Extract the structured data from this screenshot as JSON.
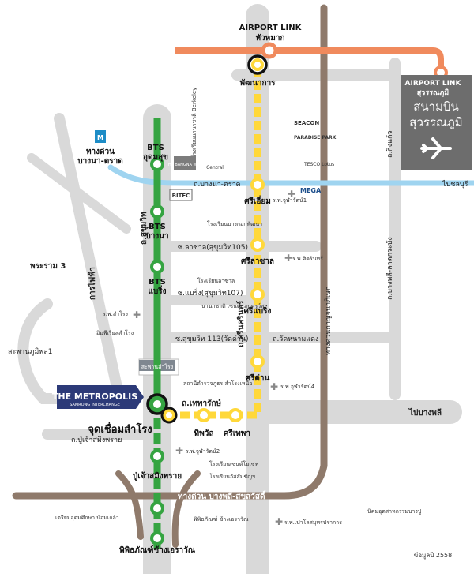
{
  "map": {
    "colors": {
      "road": "#d9d9d9",
      "green_line": "#35a441",
      "yellow_line": "#ffd83a",
      "airport_link": "#f08a5d",
      "blue_line": "#9fd4f0",
      "expressway": "#8f7a6b",
      "airport_box": "#6d6d6d"
    },
    "airport_link_top": {
      "line1": "AIRPORT LINK",
      "line2": "หัวหมาก"
    },
    "airport_link_right": {
      "line1": "AIRPORT LINK",
      "line2": "สุวรรณภูมิ"
    },
    "airport_box": {
      "line1": "สนามบิน",
      "line2": "สุวรรณภูมิ"
    },
    "stations_green": {
      "udomsuk": {
        "line1": "BTS",
        "line2": "อุดมสุข"
      },
      "bangna": {
        "line1": "BTS",
        "line2": "บางนา"
      },
      "bearing": {
        "line1": "BTS",
        "line2": "แบริ่ง"
      },
      "samrong_interchange": "จุดเชื่อมสำโรง",
      "pu_chao": "ปู่เจ้าสมิงพราย",
      "erawan": "พิพิธภัณฑ์ช้างเอราวัณ"
    },
    "stations_yellow": {
      "phatthanakan": "พัฒนาการ",
      "sri_iam": "ศรีเอี่ยม",
      "sri_lasalle": "ศรีลาซาล",
      "sri_bearing": "ศรีแบริ่ง",
      "sri_dan": "ศรีด่าน",
      "thipphawan": "ทิพวัล",
      "sri_thepha": "ศรีเทพา"
    },
    "roads": {
      "expressway_bangna": {
        "line1": "ทางด่วน",
        "line2": "บางนา-ตราด"
      },
      "bangna_trad": "ถ.บางนา-ตราด",
      "to_chonburi": "ไปชลบุรี",
      "sukhumvit": "ถ.สุขุมวิท",
      "srinakarin": "ถ.ศรีนครินทร์",
      "king_kaeo": "ถ.กิ่งแก้ว",
      "bangphli_rd": "ถ.บางพลี-ลาดกระบัง",
      "kanchana": "ทางด่วนกาญจนาภิเษก",
      "thepharak": "ถ.เทพารักษ์",
      "pu_chao_rd": "ถ.ปู่เจ้าสมิงพราย",
      "rama3": "พระราม 3",
      "fai_fa": "การไฟฟ้า",
      "bhumibol_bridge": "สะพานภูมิพล1",
      "samrong_bridge": "สะพานสำโรง",
      "lasalle_soi": "ซ.ลาซาล(สุขุมวิท105)",
      "bearing_soi": "ซ.แบริ่ง(สุขุมวิท107)",
      "sukhumvit113": "ซ.สุขุมวิท 113(วัดด่าน)",
      "wat_nam_daeng": "ถ.วัดหนามแดง",
      "to_bangphli": "ไปบางพลี",
      "exp_bangphli": "ทางด่วน บางพลี-สุขสวัสดิ์"
    },
    "landmarks": {
      "berkeley": "โรงเรียนนานาชาติ Berkeley",
      "bangna_wall": "THE BANGNA WALL",
      "central": "Central",
      "bitec": "BITEC",
      "seacon": "SEACON",
      "paradise": "PARADISE PARK",
      "tesco": "TESCO Lotus",
      "mega": "MEGA",
      "chularat1": "ร.พ.จุฬารัตน์1",
      "bangkok_patana": "โรงเรียนบางกอกพัฒนา",
      "sikarin": "ร.พ.ศิครินทร์",
      "lasalle_school": "โรงเรียนลาซาล",
      "st_andrews": "นานาชาติ เซนต์แอนดรูว์ส",
      "samrong_hosp": "ร.พ.สำโรง",
      "imperial": "อิมพีเรียลสำโรง",
      "samrong_nuea": "สถานีตำรวจภูธร สำโรงเหนือ",
      "chularat4": "ร.พ.จุฬารัตน์4",
      "chularat2": "ร.พ.จุฬารัตน์2",
      "st_joseph": "โรงเรียนเซนต์โยเซฟ",
      "anusarn": "โรงเรียนอัสสัมชัญฯ",
      "metropolis_title": "THE METROPOLIS",
      "metropolis_sub": "SAMRONG INTERCHANGE",
      "dhonburi": "เตรียมอุดมศึกษา น้อมเกล้า",
      "erawan_museum": "พิพิธภัณฑ์ ช้างเอราวัณ",
      "muang_boran": "นิคมอุตสาหกรรมบางปู",
      "samutprakarn_hosp": "ร.พ.เปาโลสมุทรปราการ"
    },
    "source_note": "ข้อมูลปี 2558"
  }
}
